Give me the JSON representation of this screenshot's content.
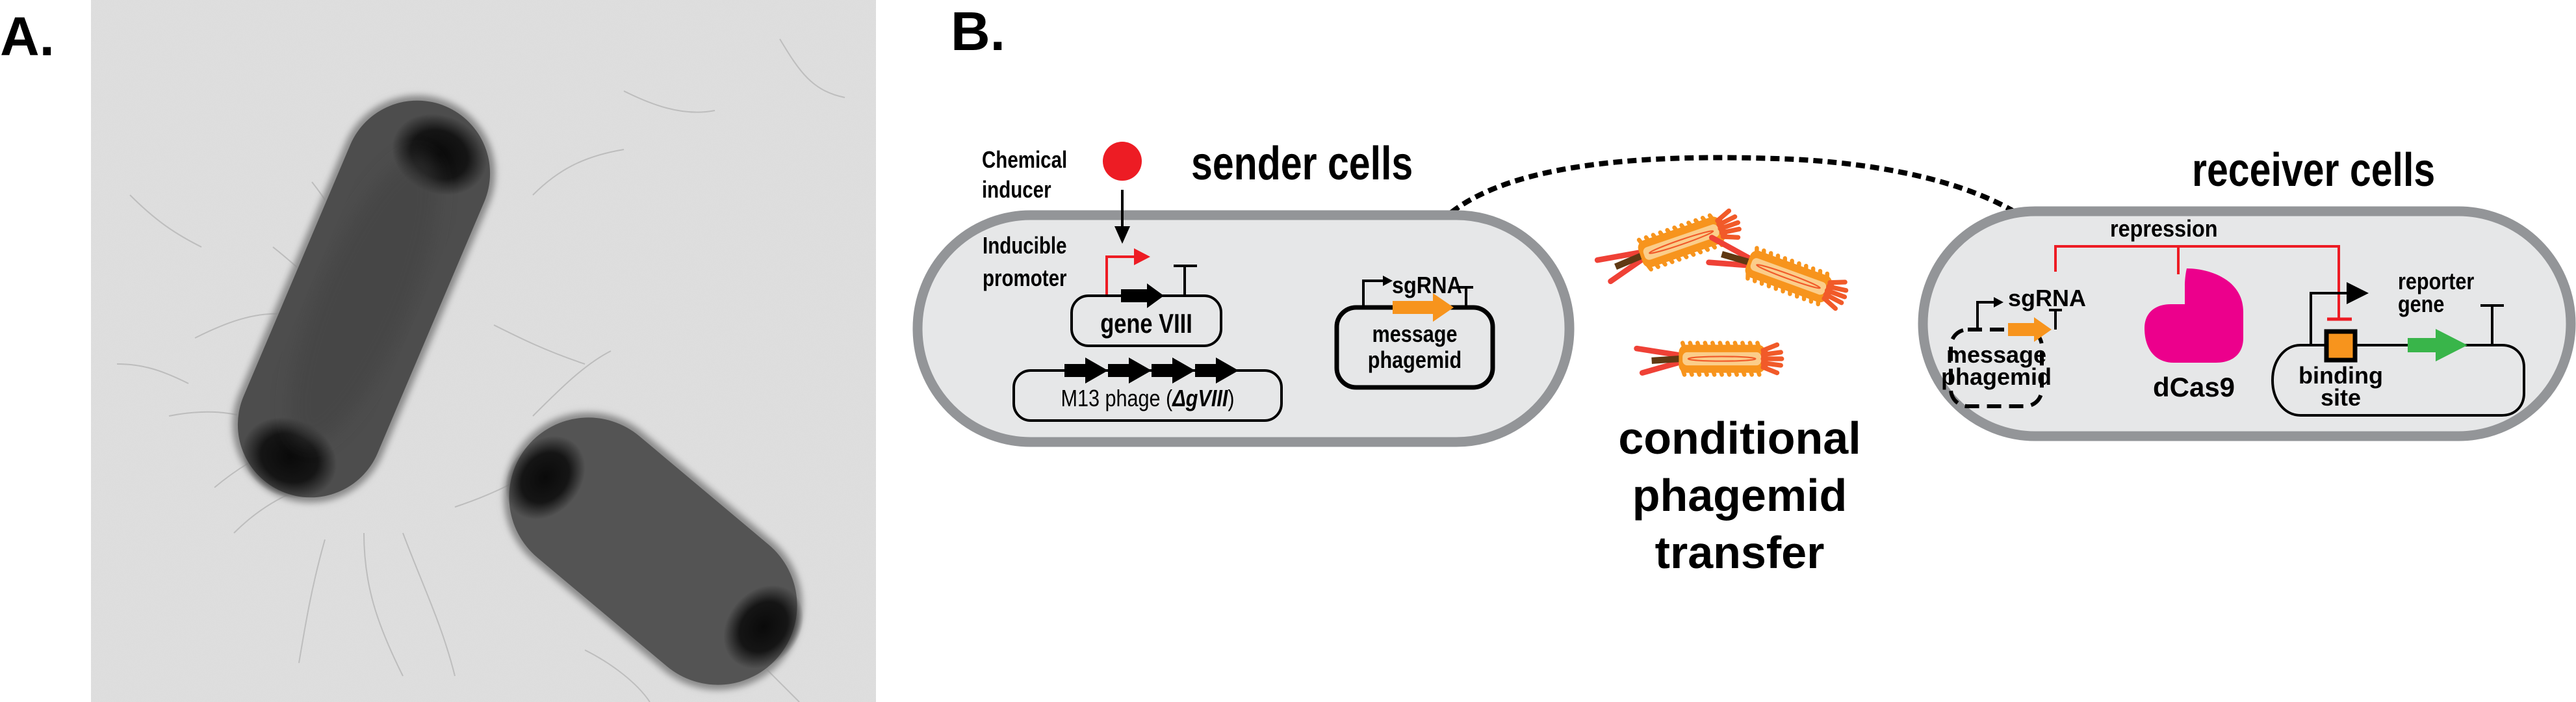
{
  "panel_a": {
    "label": "A.",
    "image_description": "Transmission electron micrograph of two rod-shaped bacterial cells with filamentous phage"
  },
  "panel_b": {
    "label": "B.",
    "sender": {
      "title": "sender cells",
      "inducer_label_line1": "Chemical",
      "inducer_label_line2": "inducer",
      "promoter_label_line1": "Inducible",
      "promoter_label_line2": "promoter",
      "gene_viii_label": "gene VIII",
      "m13_label_prefix": "M13 phage (",
      "m13_label_italic": "ΔgVIII",
      "m13_label_suffix": ")",
      "sgrna_label": "sgRNA",
      "phagemid_line1": "message",
      "phagemid_line2": "phagemid"
    },
    "transfer": {
      "line1": "conditional",
      "line2": "phagemid",
      "line3": "transfer",
      "phage_count": 3
    },
    "receiver": {
      "title": "receiver cells",
      "repression_label": "repression",
      "sgrna_label": "sgRNA",
      "phagemid_line1": "message",
      "phagemid_line2": "phagemid",
      "dcas9_label": "dCas9",
      "binding_line1": "binding",
      "binding_line2": "site",
      "reporter_line1": "reporter",
      "reporter_line2": "gene"
    },
    "colors": {
      "inducer": "#ed1c24",
      "inducible_promoter": "#ed1c24",
      "repression": "#ed1c24",
      "sgrna_gene": "#f7941d",
      "dcas9": "#ec008c",
      "binding_site": "#f7941d",
      "reporter_gene": "#39b54a",
      "cell_membrane": "#939598",
      "cell_interior": "#e6e7e8",
      "phage_coat": "#f7941d",
      "phage_tail_tip": "#ef4136",
      "phage_brown": "#603913"
    }
  }
}
